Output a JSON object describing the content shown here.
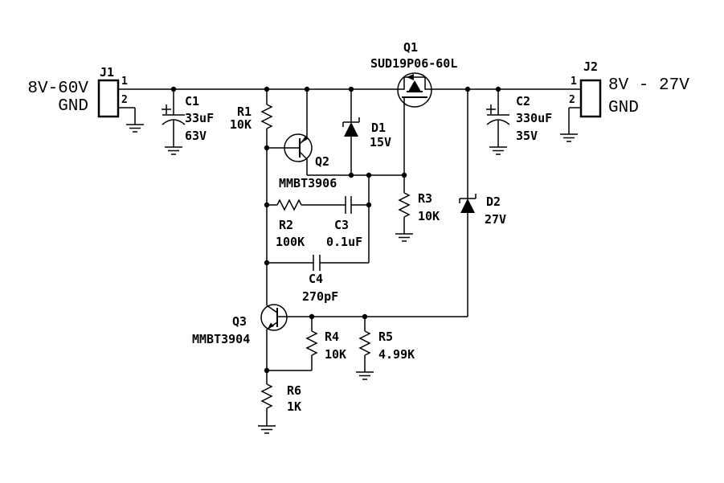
{
  "schematic": {
    "input_port": {
      "name": "J1",
      "pin1": "1",
      "pin2": "2",
      "voltage_label": "8V-60V",
      "ground_label": "GND"
    },
    "output_port": {
      "name": "J2",
      "pin1": "1",
      "pin2": "2",
      "voltage_label": "8V - 27V",
      "ground_label": "GND"
    },
    "components": {
      "C1": {
        "ref": "C1",
        "value": "33uF",
        "voltage": "63V"
      },
      "C2": {
        "ref": "C2",
        "value": "330uF",
        "voltage": "35V"
      },
      "C3": {
        "ref": "C3",
        "value": "0.1uF"
      },
      "C4": {
        "ref": "C4",
        "value": "270pF"
      },
      "R1": {
        "ref": "R1",
        "value": "10K"
      },
      "R2": {
        "ref": "R2",
        "value": "100K"
      },
      "R3": {
        "ref": "R3",
        "value": "10K"
      },
      "R4": {
        "ref": "R4",
        "value": "10K"
      },
      "R5": {
        "ref": "R5",
        "value": "4.99K"
      },
      "R6": {
        "ref": "R6",
        "value": "1K"
      },
      "D1": {
        "ref": "D1",
        "value": "15V"
      },
      "D2": {
        "ref": "D2",
        "value": "27V"
      },
      "Q1": {
        "ref": "Q1",
        "part": "SUD19P06-60L"
      },
      "Q2": {
        "ref": "Q2",
        "part": "MMBT3906"
      },
      "Q3": {
        "ref": "Q3",
        "part": "MMBT3904"
      }
    }
  }
}
